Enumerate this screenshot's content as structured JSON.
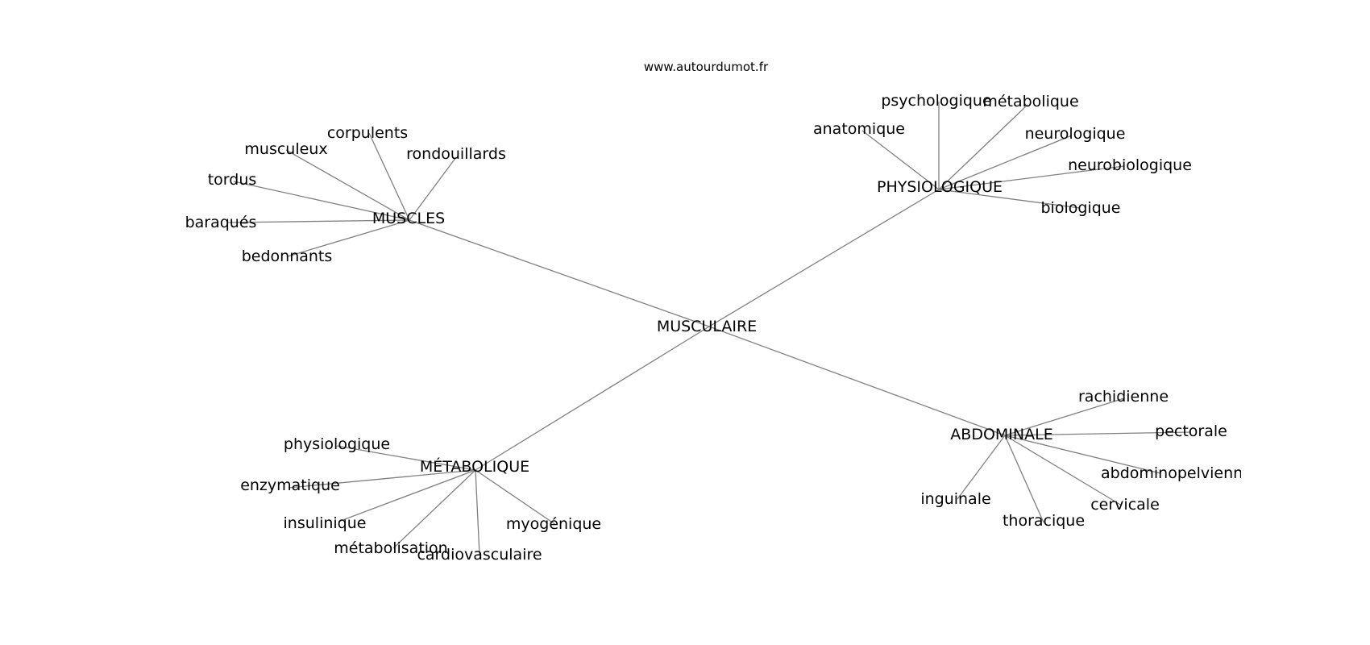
{
  "source": "www.autourdumot.fr",
  "center": "MUSCULAIRE",
  "clusters": [
    {
      "hub": "MUSCLES",
      "words": [
        "corpulents",
        "musculeux",
        "rondouillards",
        "tordus",
        "baraqués",
        "bedonnants"
      ]
    },
    {
      "hub": "PHYSIOLOGIQUE",
      "words": [
        "psychologique",
        "métabolique",
        "anatomique",
        "neurologique",
        "neurobiologique",
        "biologique"
      ]
    },
    {
      "hub": "MÉTABOLIQUE",
      "words": [
        "physiologique",
        "enzymatique",
        "insulinique",
        "métabolisation",
        "cardiovasculaire",
        "myogénique"
      ]
    },
    {
      "hub": "ABDOMINALE",
      "words": [
        "rachidienne",
        "pectorale",
        "abdominopelvienne",
        "cervicale",
        "thoracique",
        "inguinale"
      ]
    }
  ]
}
